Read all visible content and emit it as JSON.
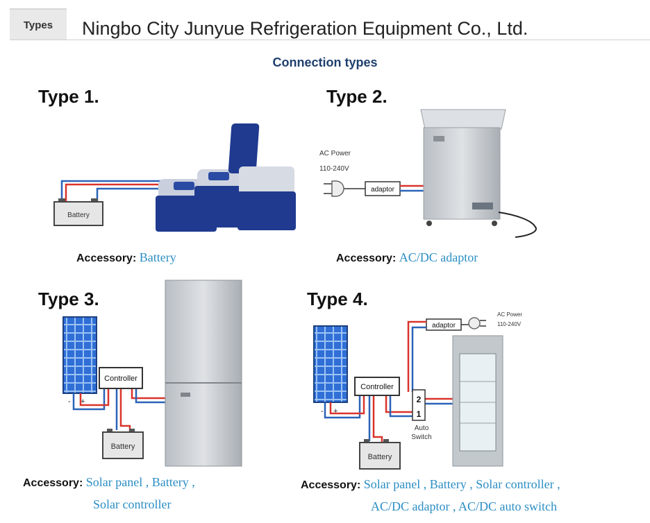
{
  "header": {
    "tab_label": "Types",
    "company": "Ningbo City Junyue Refrigeration Equipment Co., Ltd."
  },
  "diagram": {
    "title": "Connection types",
    "accessory_label": "Accessory:",
    "type1": {
      "heading": "Type 1.",
      "battery_label": "Battery",
      "accessory": "Battery"
    },
    "type2": {
      "heading": "Type 2.",
      "ac_power": "AC Power",
      "voltage": "110-240V",
      "adaptor_label": "adaptor",
      "accessory": "AC/DC adaptor"
    },
    "type3": {
      "heading": "Type 3.",
      "controller_label": "Controller",
      "battery_label": "Battery",
      "panel_minus": "-",
      "panel_plus": "+",
      "accessory_line1": "Solar panel , Battery ,",
      "accessory_line2": "Solar controller"
    },
    "type4": {
      "heading": "Type 4.",
      "ac_power": "AC Power",
      "voltage": "110-240V",
      "adaptor_label": "adaptor",
      "controller_label": "Controller",
      "battery_label": "Battery",
      "switch_top": "2",
      "switch_bottom": "1",
      "switch_caption_1": "Auto",
      "switch_caption_2": "Switch",
      "panel_minus": "-",
      "panel_plus": "+",
      "accessory_line1": "Solar panel , Battery , Solar controller ,",
      "accessory_line2": "AC/DC adaptor , AC/DC auto switch"
    }
  },
  "colors": {
    "wire_red": "#d9342b",
    "wire_blue": "#2a63b8",
    "accessory_text": "#2b8ec4",
    "title_text": "#1f3f6e",
    "cooler_blue": "#1f3a8f",
    "panel_blue": "#2f6fd6"
  }
}
